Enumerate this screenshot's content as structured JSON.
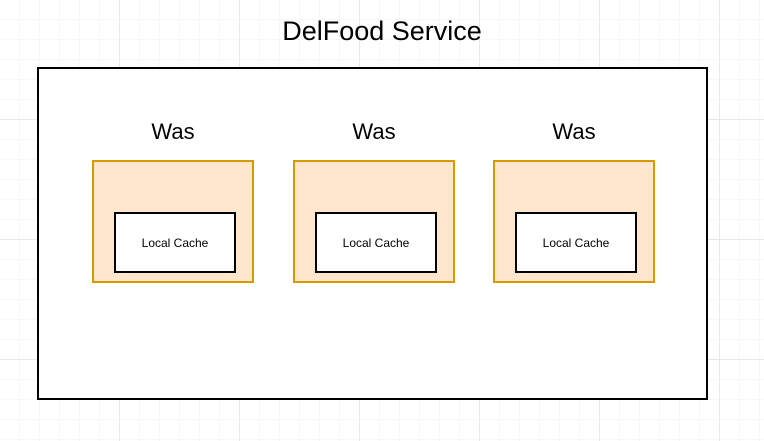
{
  "diagram": {
    "title": "DelFood Service",
    "background": {
      "style": "grid",
      "page_color": "#ffffff",
      "minor_grid_color": "#f7f7f7",
      "major_grid_color": "#e8e8e8"
    },
    "service_container": {
      "name": "DelFood Service",
      "fill": "#ffffff",
      "stroke": "#000000"
    },
    "nodes": [
      {
        "label": "Was",
        "fill": "#ffe6cc",
        "stroke": "#d79b00",
        "child": {
          "label": "Local Cache",
          "fill": "#ffffff",
          "stroke": "#000000"
        }
      },
      {
        "label": "Was",
        "fill": "#ffe6cc",
        "stroke": "#d79b00",
        "child": {
          "label": "Local Cache",
          "fill": "#ffffff",
          "stroke": "#000000"
        }
      },
      {
        "label": "Was",
        "fill": "#ffe6cc",
        "stroke": "#d79b00",
        "child": {
          "label": "Local Cache",
          "fill": "#ffffff",
          "stroke": "#000000"
        }
      }
    ]
  }
}
